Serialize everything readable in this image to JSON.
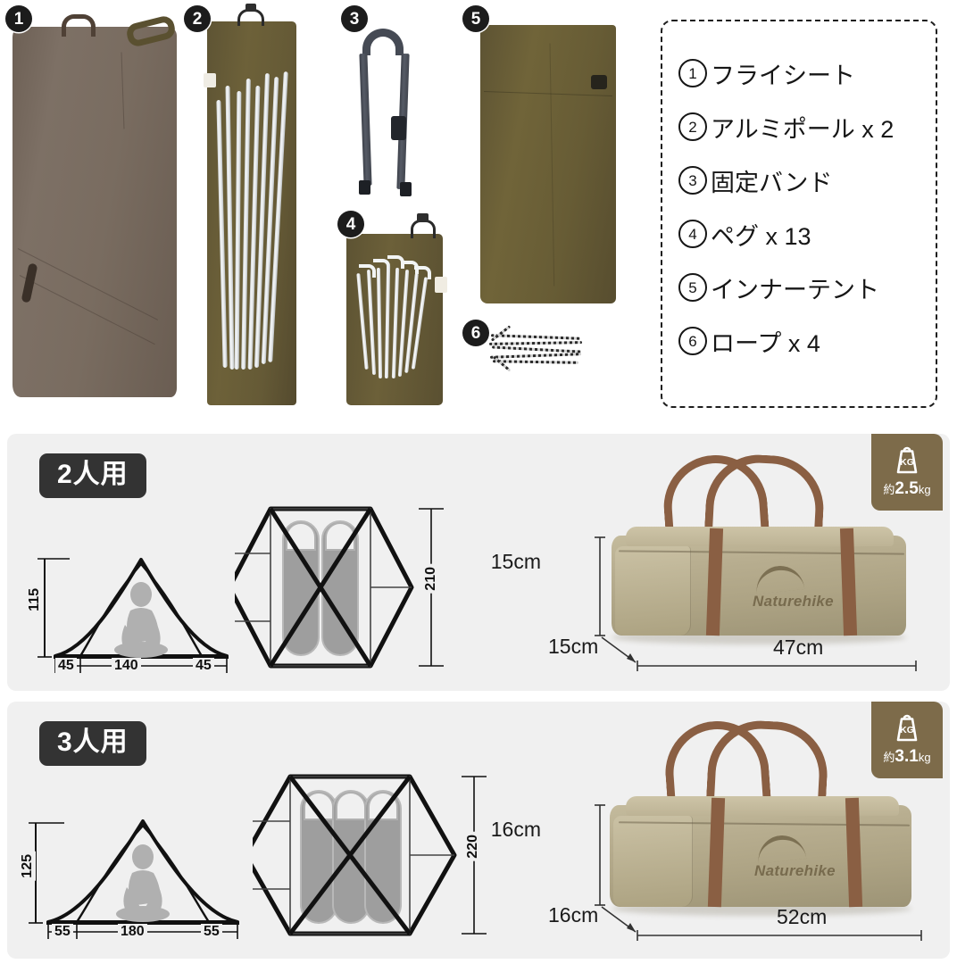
{
  "parts": {
    "items": [
      {
        "number": "1",
        "badge": "1",
        "name_icon": "fly-sheet-photo"
      },
      {
        "number": "2",
        "badge": "2",
        "name_icon": "poles-bag-photo"
      },
      {
        "number": "3",
        "badge": "3",
        "name_icon": "fixing-band-photo"
      },
      {
        "number": "4",
        "badge": "4",
        "name_icon": "pegs-bag-photo"
      },
      {
        "number": "5",
        "badge": "5",
        "name_icon": "inner-tent-photo"
      },
      {
        "number": "6",
        "badge": "6",
        "name_icon": "rope-photo"
      }
    ]
  },
  "legend": {
    "items": [
      {
        "num": "①",
        "circle": "1",
        "label": "フライシート"
      },
      {
        "num": "②",
        "circle": "2",
        "label": "アルミポール x 2"
      },
      {
        "num": "③",
        "circle": "3",
        "label": "固定バンド"
      },
      {
        "num": "④",
        "circle": "4",
        "label": "ペグ x 13"
      },
      {
        "num": "⑤",
        "circle": "5",
        "label": "インナーテント"
      },
      {
        "num": "⑥",
        "circle": "6",
        "label": "ロープ x 4"
      }
    ]
  },
  "spec_2p": {
    "badge": "2人用",
    "weight_unit": "KG",
    "weight_text_prefix": "約",
    "weight_value": "2.5",
    "weight_suffix": "kg",
    "elevation": {
      "height": "115",
      "left_width": "45",
      "center_width": "140",
      "right_width": "45"
    },
    "floorplan": {
      "depth": "210",
      "pads": 2
    },
    "bag": {
      "brand": "Naturehike",
      "height_label": "15cm",
      "depth_label": "15cm",
      "width_label": "47cm"
    }
  },
  "spec_3p": {
    "badge": "3人用",
    "weight_unit": "KG",
    "weight_text_prefix": "約",
    "weight_value": "3.1",
    "weight_suffix": "kg",
    "elevation": {
      "height": "125",
      "left_width": "55",
      "center_width": "180",
      "right_width": "55"
    },
    "floorplan": {
      "depth": "220",
      "pads": 3
    },
    "bag": {
      "brand": "Naturehike",
      "height_label": "16cm",
      "depth_label": "16cm",
      "width_label": "52cm"
    }
  },
  "colors": {
    "page_bg": "#ffffff",
    "panel_bg": "#f0f0f0",
    "badge_bg": "#333333",
    "kg_badge_bg": "#7d6b4a",
    "olive": "#665b36",
    "taupe": "#766a5f",
    "bag_khaki": "#b8ae90",
    "handle_brown": "#8a5f43",
    "line": "#111111"
  }
}
